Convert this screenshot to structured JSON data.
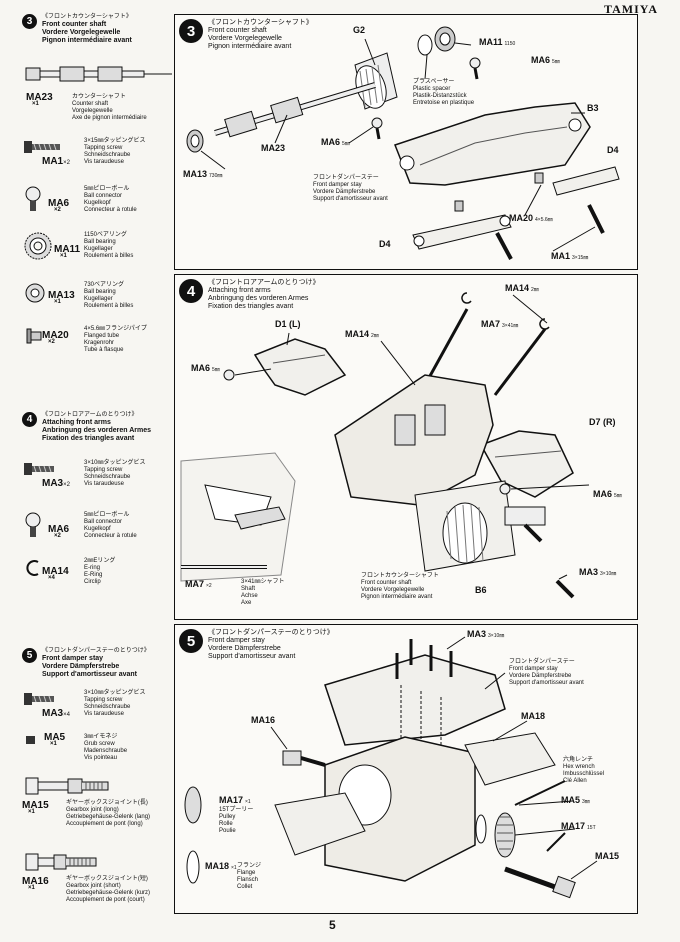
{
  "brand": "TAMIYA",
  "page_number": "5",
  "sidebar": {
    "step3": {
      "num": "3",
      "jp": "《フロントカウンターシャフト》",
      "l1": "Front counter shaft",
      "l2": "Vordere Vorgelegewelle",
      "l3": "Pignon intermédiaire avant"
    },
    "step4": {
      "num": "4",
      "jp": "《フロントロアアームのとりつけ》",
      "l1": "Attaching front arms",
      "l2": "Anbringung des vorderen Armes",
      "l3": "Fixation des triangles avant"
    },
    "step5": {
      "num": "5",
      "jp": "《フロントダンパーステーのとりつけ》",
      "l1": "Front damper stay",
      "l2": "Vordere Dämpferstrebe",
      "l3": "Support d'amortisseur avant"
    },
    "parts": [
      {
        "code": "MA23",
        "count": "×1",
        "jp": "カウンターシャフト",
        "d1": "Counter shaft",
        "d2": "Vorgelegewelle",
        "d3": "Axe de pignon intermédiaire"
      },
      {
        "code": "MA1",
        "count": "×2",
        "jp": "3×15㎜タッピングビス",
        "d1": "Tapping screw",
        "d2": "Schneidschraube",
        "d3": "Vis taraudeuse"
      },
      {
        "code": "MA6",
        "count": "×2",
        "jp": "5㎜ピローボール",
        "d1": "Ball connector",
        "d2": "Kugelkopf",
        "d3": "Connecteur à rotule"
      },
      {
        "code": "MA11",
        "count": "×1",
        "jp": "1150ベアリング",
        "d1": "Ball bearing",
        "d2": "Kugellager",
        "d3": "Roulement à billes"
      },
      {
        "code": "MA13",
        "count": "×1",
        "jp": "730ベアリング",
        "d1": "Ball bearing",
        "d2": "Kugellager",
        "d3": "Roulement à billes"
      },
      {
        "code": "MA20",
        "count": "×2",
        "jp": "4×5.6㎜フランジパイプ",
        "d1": "Flanged tube",
        "d2": "Kragenrohr",
        "d3": "Tube à flasque"
      },
      {
        "code": "MA3",
        "count": "×2",
        "jp": "3×10㎜タッピングビス",
        "d1": "Tapping screw",
        "d2": "Schneidschraube",
        "d3": "Vis taraudeuse"
      },
      {
        "code": "MA6",
        "count": "×2",
        "jp": "5㎜ピローボール",
        "d1": "Ball connector",
        "d2": "Kugelkopf",
        "d3": "Connecteur à rotule"
      },
      {
        "code": "MA14",
        "count": "×4",
        "jp": "2㎜Eリング",
        "d1": "E-ring",
        "d2": "E-Ring",
        "d3": "Circlip"
      },
      {
        "code": "MA3",
        "count": "×4",
        "jp": "3×10㎜タッピングビス",
        "d1": "Tapping screw",
        "d2": "Schneidschraube",
        "d3": "Vis taraudeuse"
      },
      {
        "code": "MA5",
        "count": "×1",
        "jp": "3㎜イモネジ",
        "d1": "Grub screw",
        "d2": "Madenschraube",
        "d3": "Vis pointeau"
      },
      {
        "code": "MA15",
        "count": "×1",
        "jp": "ギヤーボックスジョイント(長)",
        "d1": "Gearbox joint (long)",
        "d2": "Getriebegehäuse-Gelenk (lang)",
        "d3": "Accouplement de pont (long)"
      },
      {
        "code": "MA16",
        "count": "×1",
        "jp": "ギヤーボックスジョイント(短)",
        "d1": "Gearbox joint (short)",
        "d2": "Getriebegehäuse-Gelenk (kurz)",
        "d3": "Accouplement de pont (court)"
      }
    ]
  },
  "panel3": {
    "num": "3",
    "jp": "《フロントカウンターシャフト》",
    "l1": "Front counter shaft",
    "l2": "Vordere Vorgelegewelle",
    "l3": "Pignon intermédiaire avant",
    "labels": {
      "g2": "G2",
      "ma11": "MA11",
      "ma11_size": "1150",
      "spacer_jp": "プラスペーサー",
      "spacer_en": "Plastic spacer",
      "spacer_de": "Plastik-Distanzstück",
      "spacer_fr": "Entretoise en plastique",
      "ma6a": "MA6",
      "ma6a_size": "5㎜",
      "b3": "B3",
      "ma6b": "MA6",
      "ma6b_size": "5㎜",
      "ma23": "MA23",
      "d4a": "D4",
      "ma13": "MA13",
      "ma13_size": "730㎜",
      "stay_jp": "フロントダンパーステー",
      "stay_en": "Front damper stay",
      "stay_de": "Vordere Dämpferstrebe",
      "stay_fr": "Support d'amortisseur avant",
      "ma20": "MA20",
      "ma20_size": "4×5.6㎜",
      "d4b": "D4",
      "ma1": "MA1",
      "ma1_size": "3×15㎜"
    }
  },
  "panel4": {
    "num": "4",
    "jp": "《フロントロアアームのとりつけ》",
    "l1": "Attaching front arms",
    "l2": "Anbringung des vorderen Armes",
    "l3": "Fixation des triangles avant",
    "labels": {
      "ma14a": "MA14",
      "ma14a_size": "2㎜",
      "d1": "D1 (L)",
      "ma14b": "MA14",
      "ma14b_size": "2㎜",
      "ma7": "MA7",
      "ma7_size": "3×41㎜",
      "ma6a": "MA6",
      "ma6a_size": "5㎜",
      "d7": "D7 (R)",
      "ma6b": "MA6",
      "ma6b_size": "5㎜",
      "ma7s": "MA7",
      "ma7s_count": "×2",
      "shaft_jp": "3×41㎜シャフト",
      "shaft_en": "Shaft",
      "shaft_de": "Achse",
      "shaft_fr": "Axe",
      "fcs_jp": "フロントカウンターシャフト",
      "fcs_en": "Front counter shaft",
      "fcs_de": "Vordere Vorgelegewelle",
      "fcs_fr": "Pignon intermédiaire avant",
      "b6": "B6",
      "ma3": "MA3",
      "ma3_size": "3×10㎜"
    }
  },
  "panel5": {
    "num": "5",
    "jp": "《フロントダンパーステーのとりつけ》",
    "l1": "Front damper stay",
    "l2": "Vordere Dämpferstrebe",
    "l3": "Support d'amortisseur avant",
    "labels": {
      "ma3": "MA3",
      "ma3_size": "3×10㎜",
      "stay_jp": "フロントダンパーステー",
      "stay_en": "Front damper stay",
      "stay_de": "Vordere Dämpferstrebe",
      "stay_fr": "Support d'amortisseur avant",
      "ma16": "MA16",
      "ma18a": "MA18",
      "wrench_jp": "六角レンチ",
      "wrench_en": "Hex wrench",
      "wrench_de": "Imbusschlüssel",
      "wrench_fr": "Clé Allen",
      "ma5": "MA5",
      "ma5_size": "3㎜",
      "ma17": "MA17",
      "ma17_count": "×1",
      "pulley_jp": "15Tプーリー",
      "pulley_en": "Pulley",
      "pulley_de": "Rolle",
      "pulley_fr": "Poulie",
      "ma17b": "MA17",
      "ma17b_size": "15T",
      "ma18": "MA18",
      "ma18_count": "×1",
      "flange_jp": "フランジ",
      "flange_en": "Flange",
      "flange_de": "Flansch",
      "flange_fr": "Collet",
      "ma15": "MA15"
    }
  }
}
